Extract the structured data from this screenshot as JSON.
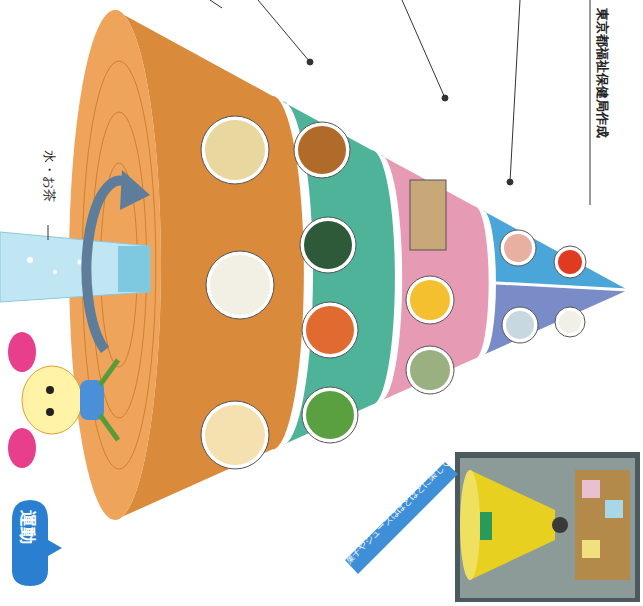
{
  "diagram": {
    "labels": [
      "運動",
      "水・お茶",
      "お菓子やジュースはほどほどに楽しく",
      "東京都福祉保健局作成"
    ]
  }
}
